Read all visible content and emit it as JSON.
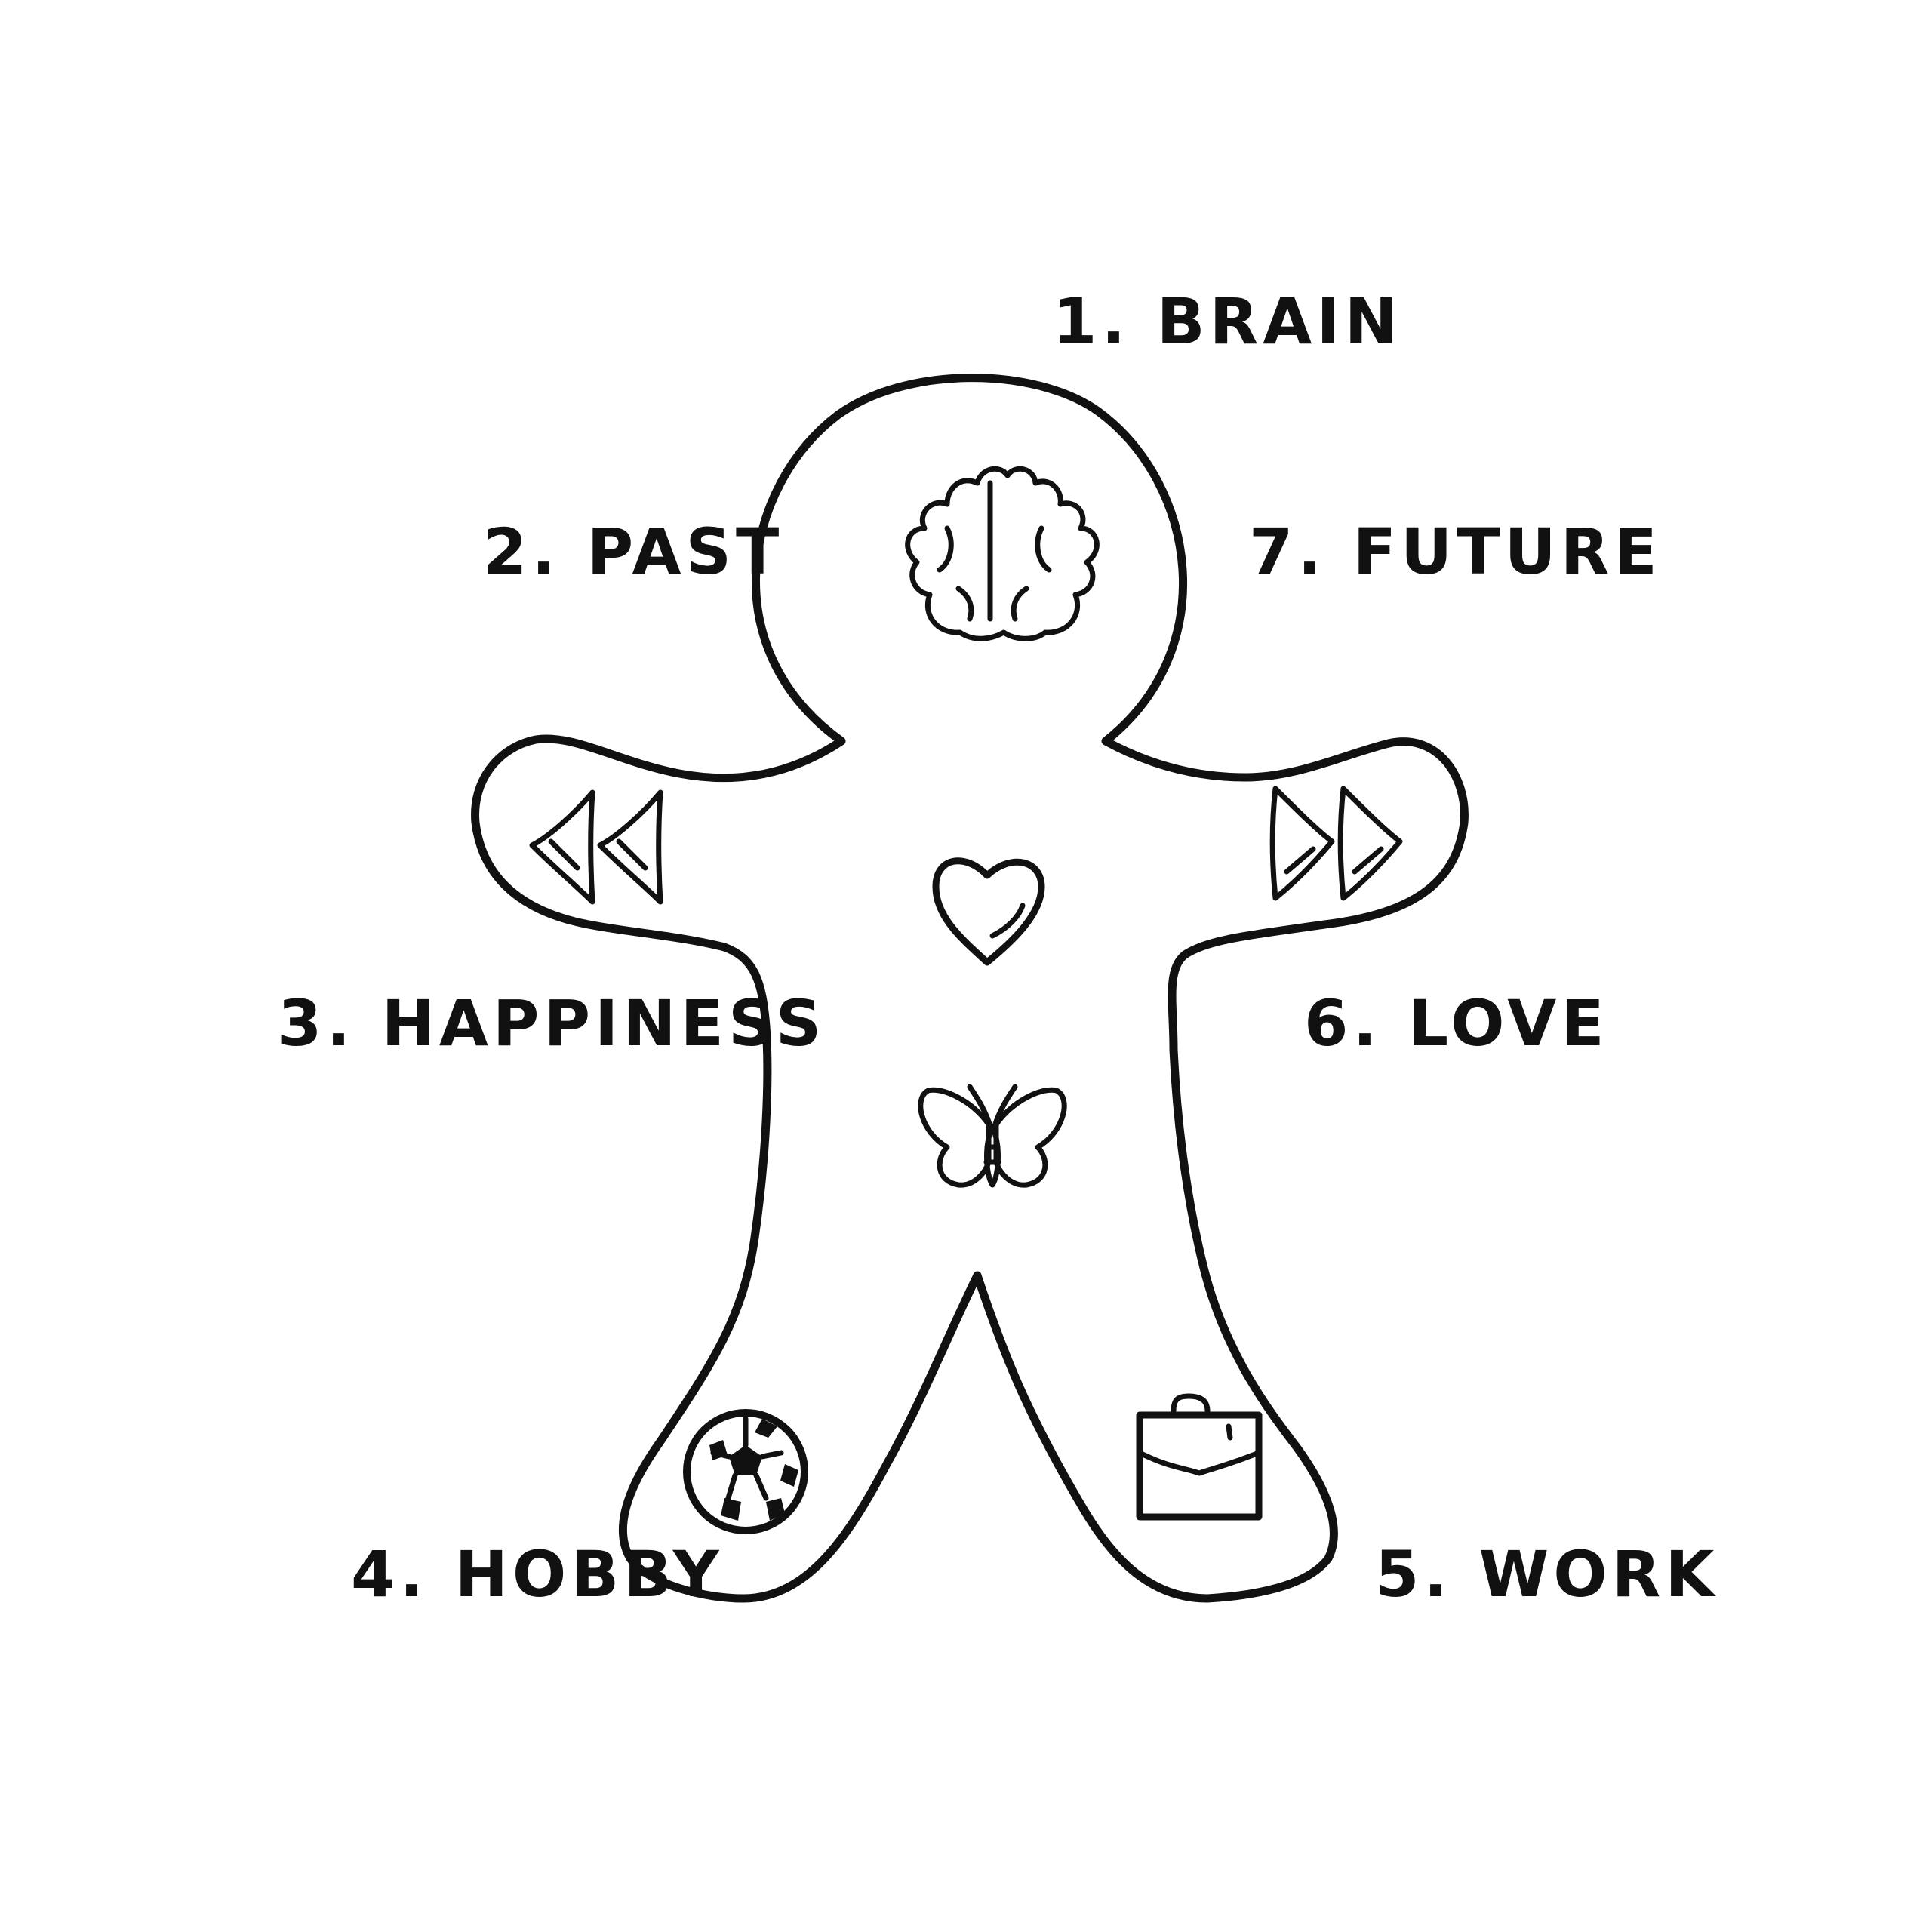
{
  "diagram": {
    "labels": {
      "brain": "1. BRAIN",
      "past": "2. PAST",
      "happiness": "3. HAPPINESS",
      "hobby": "4. HOBBY",
      "work": "5. WORK",
      "love": "6. LOVE",
      "future": "7. FUTURE"
    },
    "icons": {
      "brain": "brain-icon",
      "past": "rewind-icon",
      "heart": "heart-icon",
      "butterfly": "butterfly-icon",
      "hobby": "soccer-ball-icon",
      "work": "briefcase-icon",
      "future": "fast-forward-icon"
    },
    "colors": {
      "ink": "#111111",
      "background": "#ffffff"
    }
  }
}
